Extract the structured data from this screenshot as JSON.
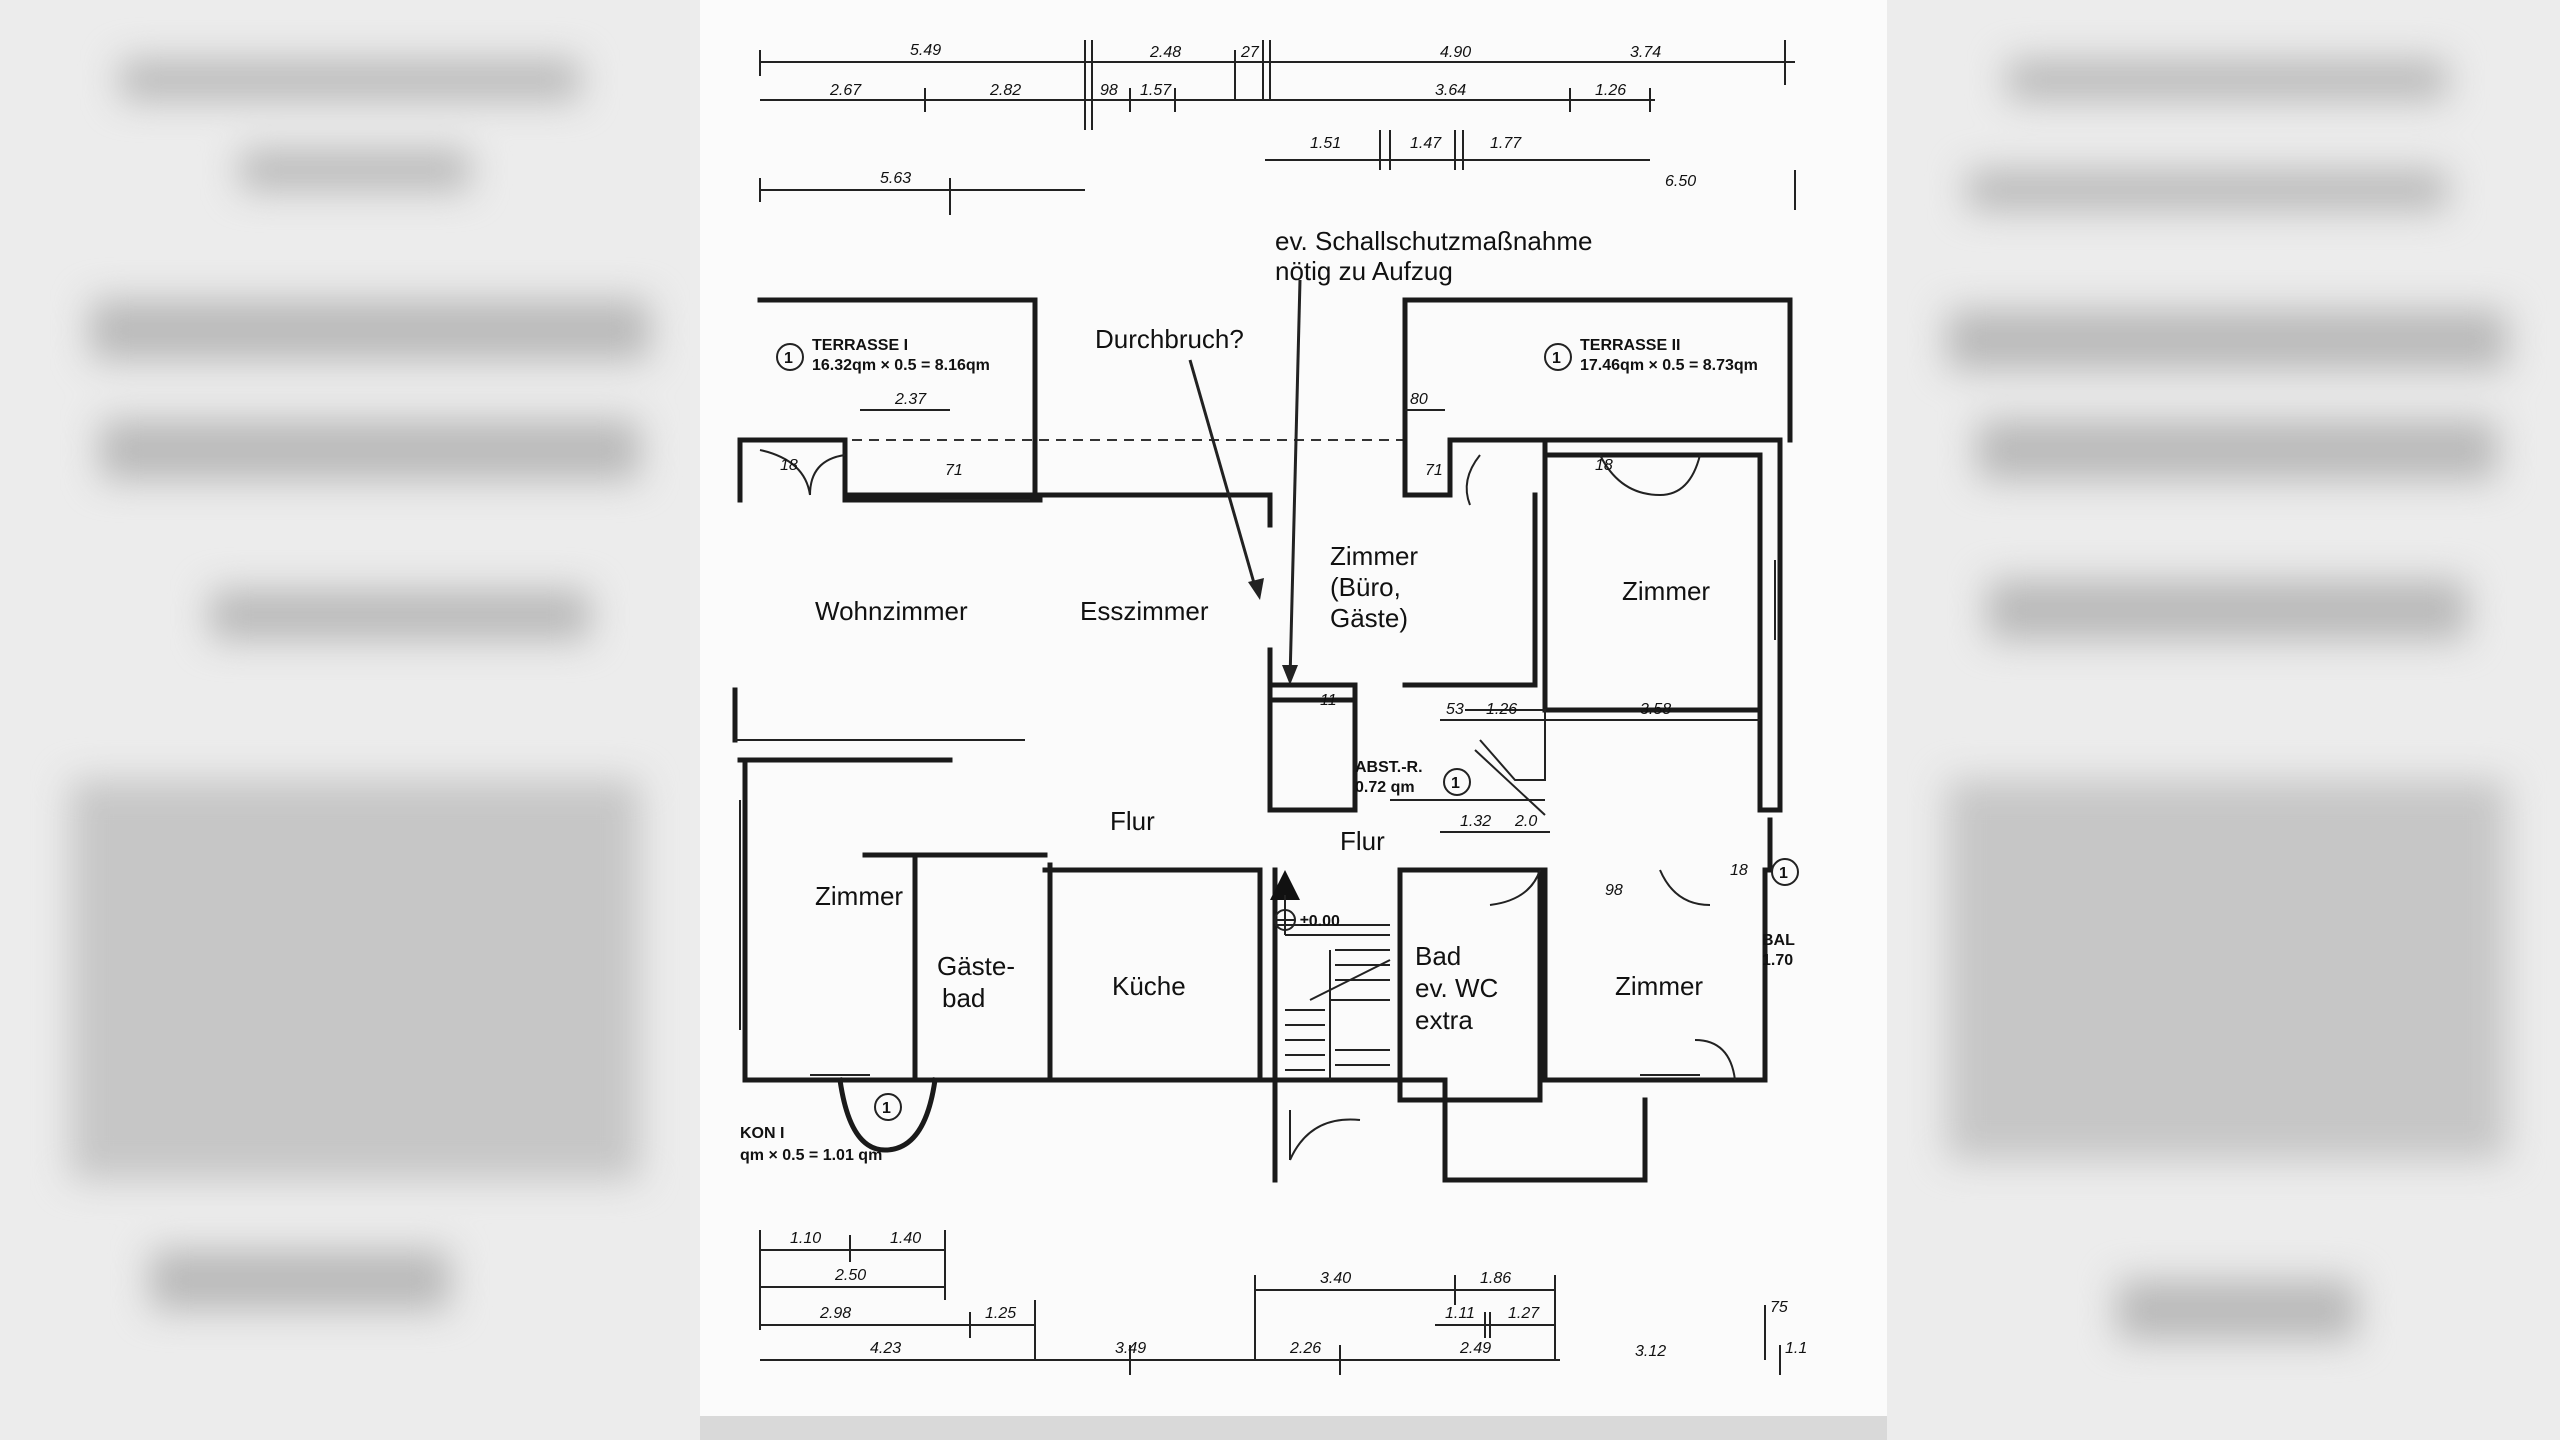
{
  "annotations": {
    "schallschutz_line1": "ev. Schallschutzmaßnahme",
    "schallschutz_line2": "nötig zu Aufzug",
    "durchbruch": "Durchbruch?"
  },
  "rooms": {
    "wohnzimmer": "Wohnzimmer",
    "esszimmer": "Esszimmer",
    "zimmer_buero_1": "Zimmer",
    "zimmer_buero_2": "(Büro,",
    "zimmer_buero_3": "Gäste)",
    "zimmer_ne": "Zimmer",
    "flur_main": "Flur",
    "flur_right": "Flur",
    "zimmer_sw": "Zimmer",
    "gaestebad_1": "Gäste-",
    "gaestebad_2": "bad",
    "kueche": "Küche",
    "bad_1": "Bad",
    "bad_2": "ev. WC",
    "bad_3": "extra",
    "zimmer_se": "Zimmer"
  },
  "terraces": {
    "t1_title": "TERRASSE I",
    "t1_area": "16.32qm × 0.5 = 8.16qm",
    "t2_title": "TERRASSE II",
    "t2_area": "17.46qm × 0.5 = 8.73qm",
    "marker": "1"
  },
  "misc": {
    "abst_1": "ABST.-R.",
    "abst_2": "0.72 qm",
    "level": "±0.00",
    "balkon_1": "KON I",
    "balkon_2": "qm × 0.5 = 1.01 qm",
    "bal_right_1": "BAL",
    "bal_right_2": "1.70"
  },
  "dimensions": {
    "top_row1": [
      "5.49",
      "2.48",
      "27",
      "4.90",
      "3.74"
    ],
    "top_row2": [
      "2.67",
      "2.82",
      "98",
      "1.57",
      "3.64",
      "1.26"
    ],
    "top_row3": [
      "1.51",
      "1.47",
      "1.77"
    ],
    "top_row4": [
      "5.63",
      "6.50"
    ],
    "inner": [
      "2.37",
      "80",
      "18",
      "71",
      "71",
      "18",
      "53",
      "1.26",
      "3.58",
      "1.32",
      "2.0",
      "98",
      "18",
      "11"
    ],
    "bottom_row1": [
      "1.10",
      "1.40"
    ],
    "bottom_row2": [
      "2.50",
      "3.40",
      "1.86"
    ],
    "bottom_row3": [
      "2.98",
      "1.25",
      "1.11",
      "1.27",
      "75"
    ],
    "bottom_row4": [
      "4.23",
      "3.49",
      "2.26",
      "2.49",
      "3.12",
      "1.1"
    ]
  }
}
